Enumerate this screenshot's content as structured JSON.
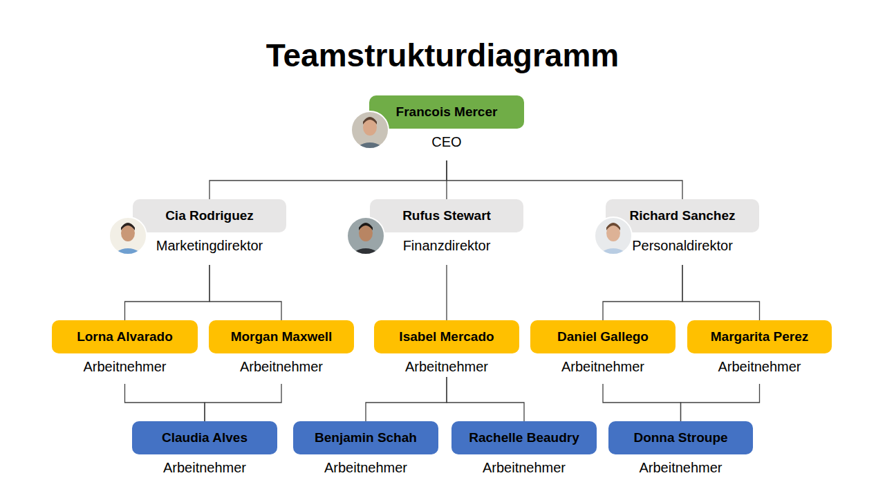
{
  "diagram": {
    "title": "Teamstrukturdiagramm",
    "nodes": [
      {
        "text": [
          "Francois Mercer",
          "CEO"
        ]
      },
      {
        "text": [
          "Cia Rodriguez",
          "Marketingdirektor"
        ]
      },
      {
        "text": [
          "Rufus Stewart",
          "Finanzdirektor"
        ]
      },
      {
        "text": [
          "Richard Sanchez",
          "Personaldirektor"
        ]
      },
      {
        "text": [
          "Lorna Alvarado",
          "Arbeitnehmer"
        ]
      },
      {
        "text": [
          "Morgan Maxwell",
          "Arbeitnehmer"
        ]
      },
      {
        "text": [
          "Isabel Mercado",
          "Arbeitnehmer"
        ]
      },
      {
        "text": [
          "Daniel Gallego",
          "Arbeitnehmer"
        ]
      },
      {
        "text": [
          "Margarita Perez",
          "Arbeitnehmer"
        ]
      },
      {
        "text": [
          "Claudia Alves",
          "Arbeitnehmer"
        ]
      },
      {
        "text": [
          "Benjamin Schah",
          "Arbeitnehmer"
        ]
      },
      {
        "text": [
          "Rachelle Beaudry",
          "Arbeitnehmer"
        ]
      },
      {
        "text": [
          "Donna Stroupe",
          "Arbeitnehmer"
        ]
      }
    ],
    "edges": [
      {
        "from": 0,
        "to": 1,
        "arrow": "none"
      },
      {
        "from": 0,
        "to": 2,
        "arrow": "none"
      },
      {
        "from": 0,
        "to": 3,
        "arrow": "none"
      },
      {
        "from": 1,
        "to": 4,
        "arrow": "none"
      },
      {
        "from": 1,
        "to": 5,
        "arrow": "none"
      },
      {
        "from": 2,
        "to": 6,
        "arrow": "none"
      },
      {
        "from": 3,
        "to": 7,
        "arrow": "none"
      },
      {
        "from": 3,
        "to": 8,
        "arrow": "none"
      },
      {
        "from": 4,
        "to": 9,
        "arrow": "none"
      },
      {
        "from": 5,
        "to": 9,
        "arrow": "none"
      },
      {
        "from": 6,
        "to": 10,
        "arrow": "none"
      },
      {
        "from": 6,
        "to": 11,
        "arrow": "none"
      },
      {
        "from": 7,
        "to": 12,
        "arrow": "none"
      },
      {
        "from": 8,
        "to": 12,
        "arrow": "none"
      }
    ]
  }
}
